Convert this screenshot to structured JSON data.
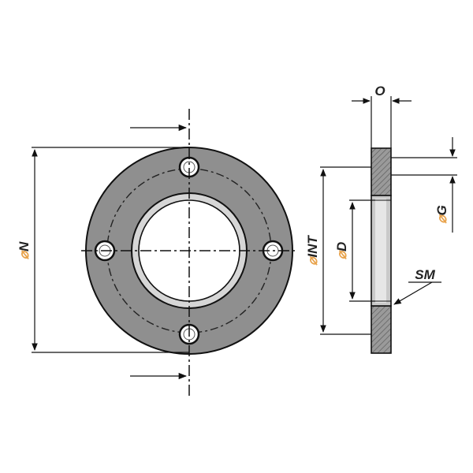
{
  "labels": {
    "flange_diameter": "N",
    "bolt_circle": "INT",
    "bore": "D",
    "spigot": "G",
    "thickness": "O",
    "seal_mark": "SM",
    "diameter_symbol": "⌀"
  },
  "colors": {
    "flange_fill": "#8f8f8f",
    "bore_fill": "#ffffff",
    "line": "#111111",
    "diameter_symbol": "#e8a24a"
  }
}
